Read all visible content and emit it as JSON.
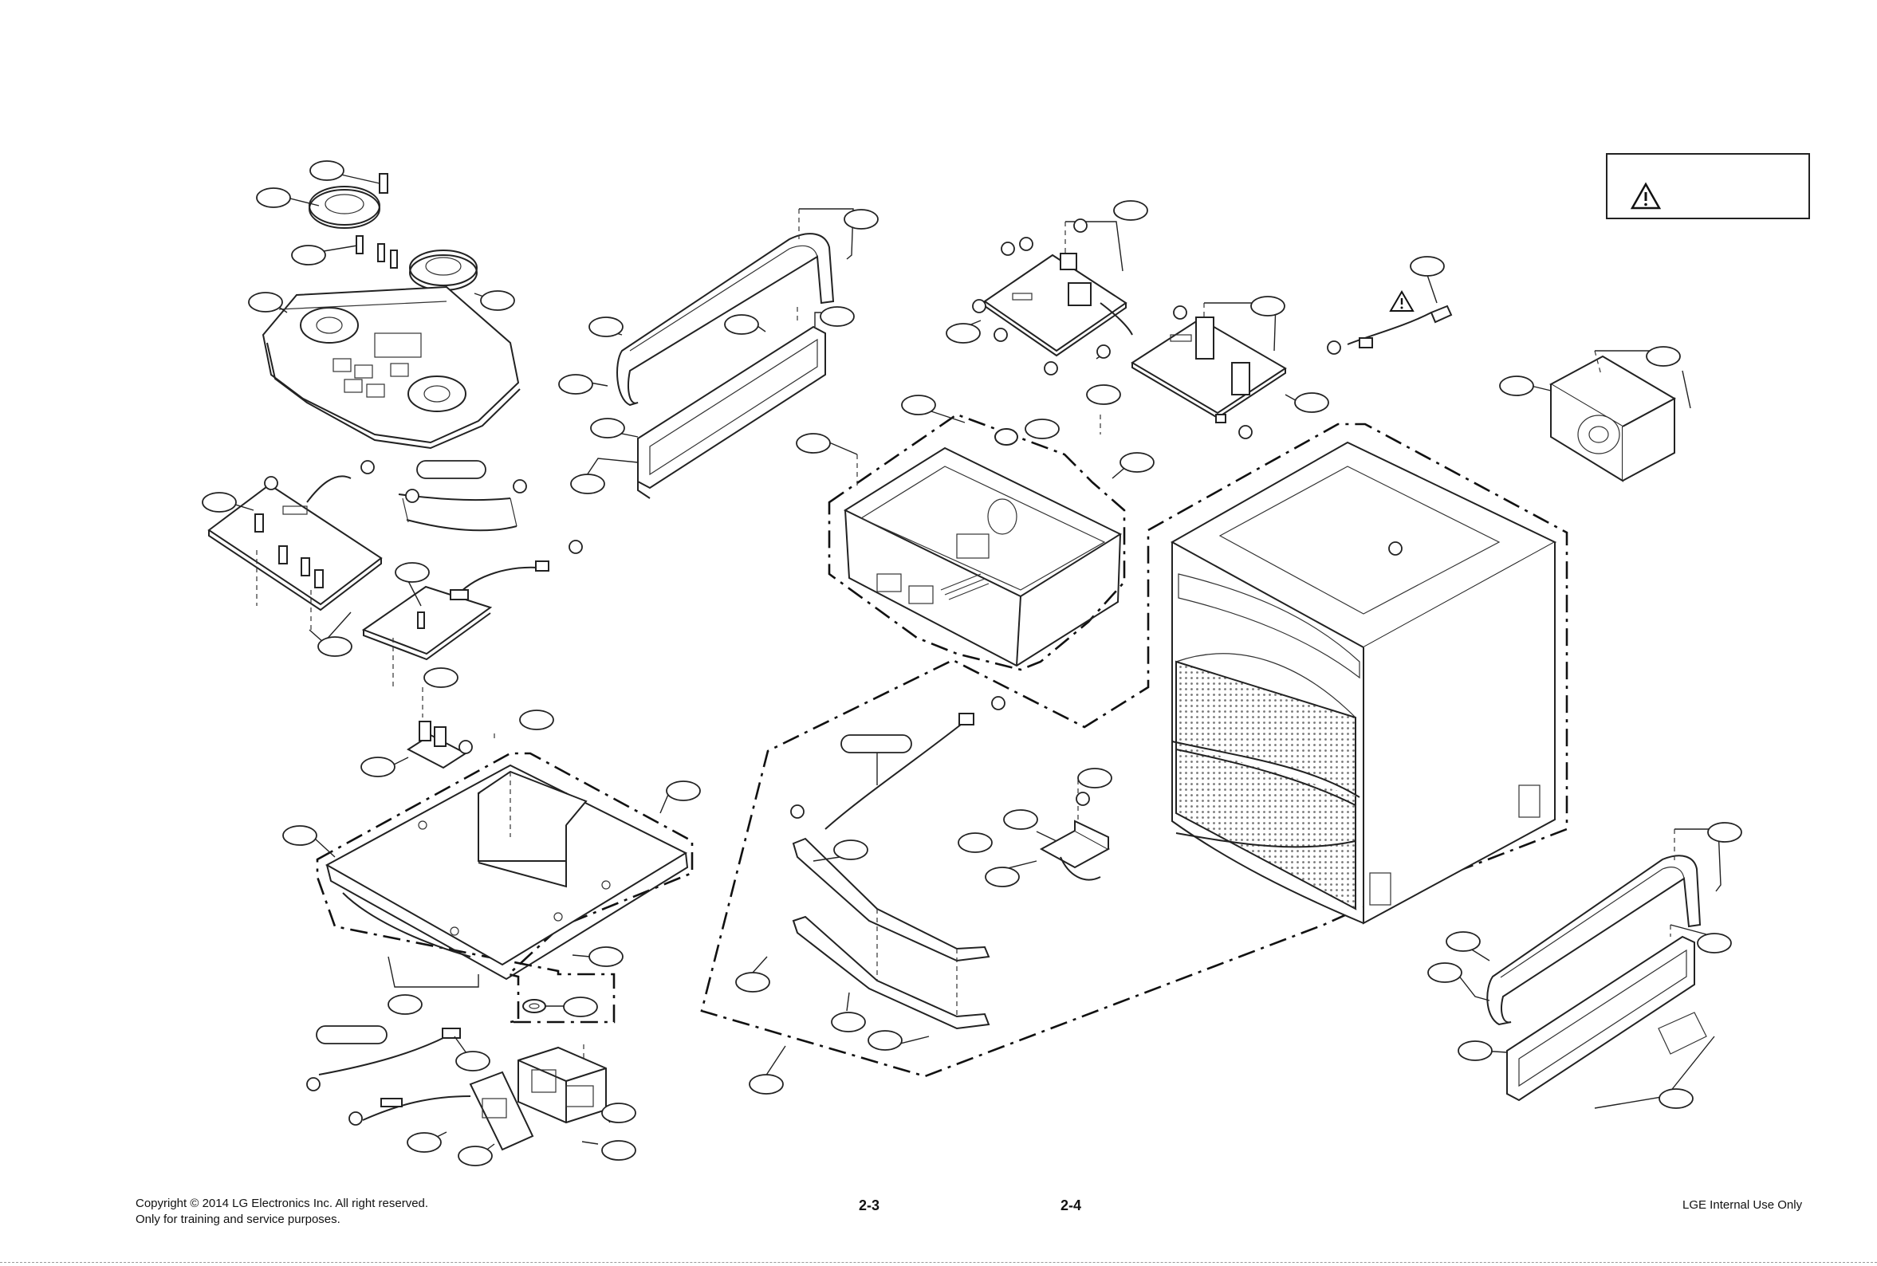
{
  "footer": {
    "copyright_line1": "Copyright © 2014 LG Electronics Inc. All right reserved.",
    "copyright_line2": "Only for training and service purposes.",
    "page_left": "2-3",
    "page_right": "2-4",
    "internal_use": "LGE Internal Use Only"
  },
  "warning_box": {
    "icon": "warning-triangle-icon",
    "text": ""
  },
  "power_cord": {
    "icon": "warning-triangle-icon"
  }
}
